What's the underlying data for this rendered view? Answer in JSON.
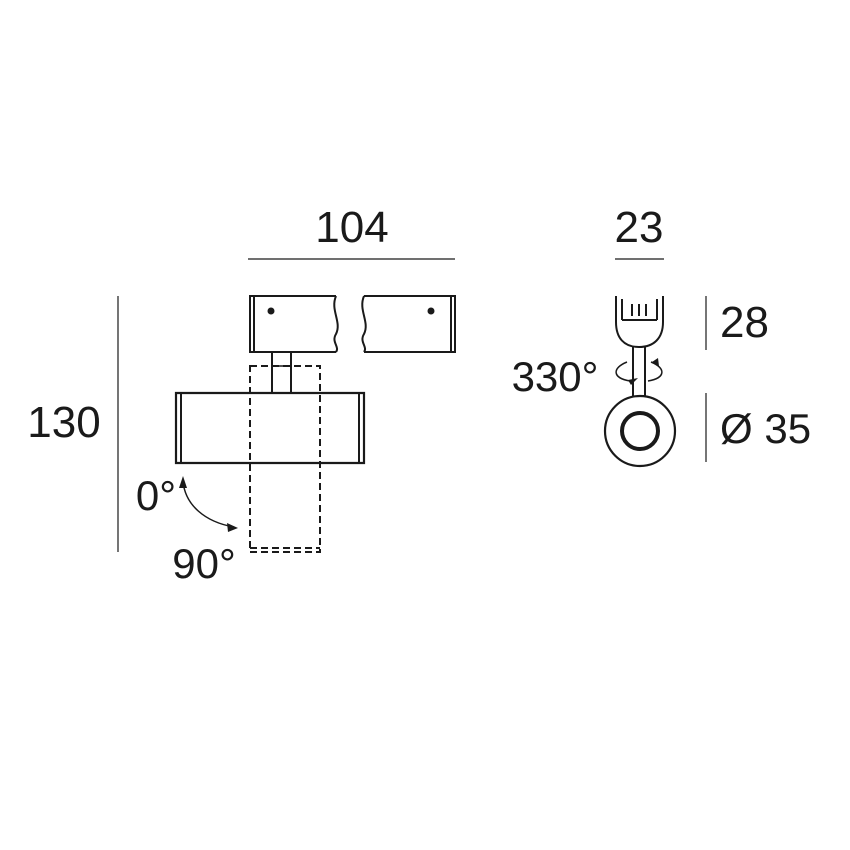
{
  "front_view": {
    "width_dim": "104",
    "height_dim": "130",
    "tilt_start": "0°",
    "tilt_end": "90°"
  },
  "side_view": {
    "width_dim": "23",
    "height_dim": "28",
    "rotation": "330°",
    "diameter_dim": "Ø 35"
  },
  "colors": {
    "line": "#1a1a1a",
    "background": "#ffffff"
  }
}
